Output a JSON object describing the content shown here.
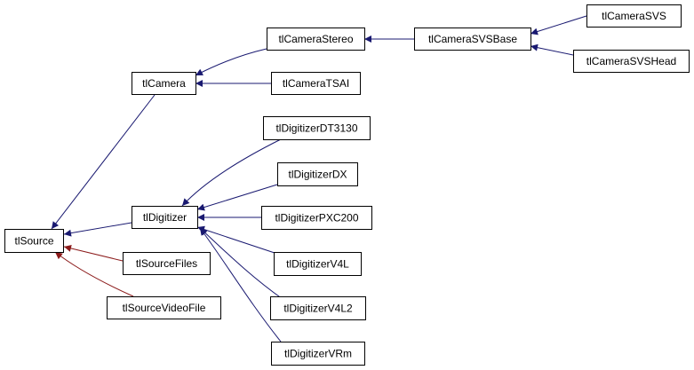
{
  "diagram": {
    "type": "class-inheritance-graph",
    "colors": {
      "public_edge": "#191970",
      "protected_edge": "#8b1a1a",
      "node_border": "#000000",
      "node_fill": "#ffffff",
      "text": "#000000"
    },
    "nodes": [
      {
        "id": "tlSource",
        "label": "tlSource"
      },
      {
        "id": "tlCamera",
        "label": "tlCamera"
      },
      {
        "id": "tlDigitizer",
        "label": "tlDigitizer"
      },
      {
        "id": "tlSourceFiles",
        "label": "tlSourceFiles"
      },
      {
        "id": "tlSourceVideoFile",
        "label": "tlSourceVideoFile"
      },
      {
        "id": "tlCameraStereo",
        "label": "tlCameraStereo"
      },
      {
        "id": "tlCameraTSAI",
        "label": "tlCameraTSAI"
      },
      {
        "id": "tlCameraSVSBase",
        "label": "tlCameraSVSBase"
      },
      {
        "id": "tlCameraSVS",
        "label": "tlCameraSVS"
      },
      {
        "id": "tlCameraSVSHead",
        "label": "tlCameraSVSHead"
      },
      {
        "id": "tlDigitizerDT3130",
        "label": "tlDigitizerDT3130"
      },
      {
        "id": "tlDigitizerDX",
        "label": "tlDigitizerDX"
      },
      {
        "id": "tlDigitizerPXC200",
        "label": "tlDigitizerPXC200"
      },
      {
        "id": "tlDigitizerV4L",
        "label": "tlDigitizerV4L"
      },
      {
        "id": "tlDigitizerV4L2",
        "label": "tlDigitizerV4L2"
      },
      {
        "id": "tlDigitizerVRm",
        "label": "tlDigitizerVRm"
      }
    ],
    "edges": [
      {
        "from": "tlCamera",
        "to": "tlSource",
        "kind": "public"
      },
      {
        "from": "tlDigitizer",
        "to": "tlSource",
        "kind": "public"
      },
      {
        "from": "tlSourceFiles",
        "to": "tlSource",
        "kind": "protected"
      },
      {
        "from": "tlSourceVideoFile",
        "to": "tlSource",
        "kind": "protected"
      },
      {
        "from": "tlCameraStereo",
        "to": "tlCamera",
        "kind": "public"
      },
      {
        "from": "tlCameraTSAI",
        "to": "tlCamera",
        "kind": "public"
      },
      {
        "from": "tlCameraSVSBase",
        "to": "tlCameraStereo",
        "kind": "public"
      },
      {
        "from": "tlCameraSVS",
        "to": "tlCameraSVSBase",
        "kind": "public"
      },
      {
        "from": "tlCameraSVSHead",
        "to": "tlCameraSVSBase",
        "kind": "public"
      },
      {
        "from": "tlDigitizerDT3130",
        "to": "tlDigitizer",
        "kind": "public"
      },
      {
        "from": "tlDigitizerDX",
        "to": "tlDigitizer",
        "kind": "public"
      },
      {
        "from": "tlDigitizerPXC200",
        "to": "tlDigitizer",
        "kind": "public"
      },
      {
        "from": "tlDigitizerV4L",
        "to": "tlDigitizer",
        "kind": "public"
      },
      {
        "from": "tlDigitizerV4L2",
        "to": "tlDigitizer",
        "kind": "public"
      },
      {
        "from": "tlDigitizerVRm",
        "to": "tlDigitizer",
        "kind": "public"
      }
    ]
  }
}
